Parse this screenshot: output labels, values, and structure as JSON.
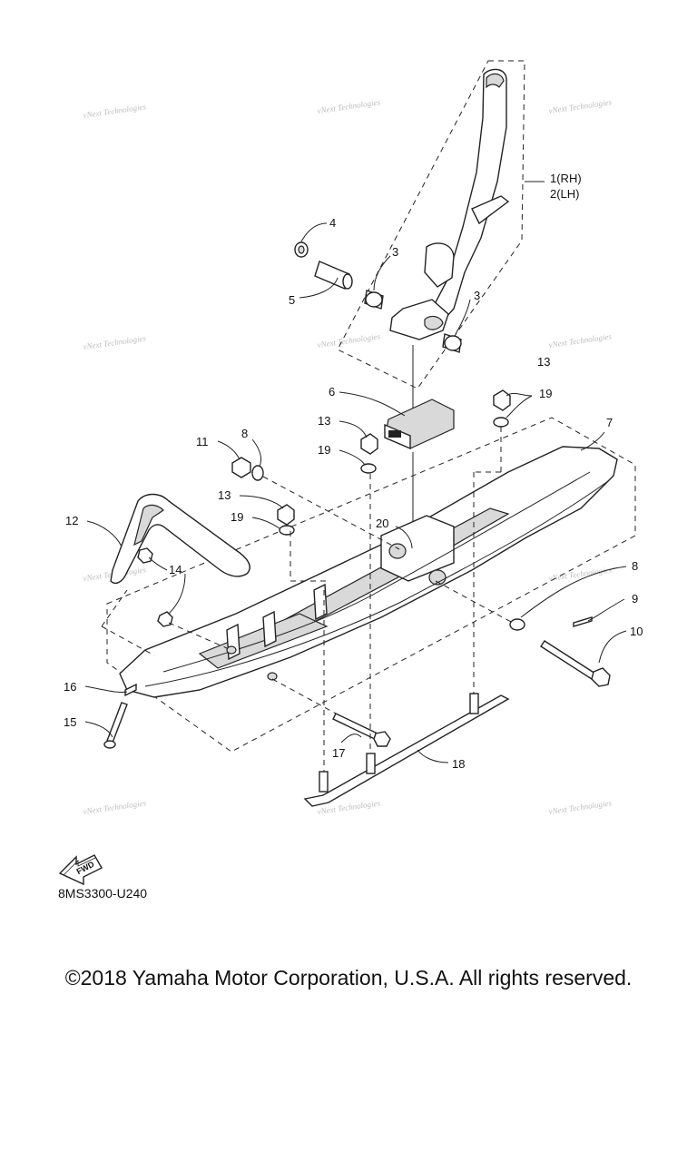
{
  "watermark_text": "vNext Technologies",
  "callouts": {
    "c1": "1(RH)",
    "c2": "2(LH)",
    "c3a": "3",
    "c3b": "3",
    "c4": "4",
    "c5": "5",
    "c6": "6",
    "c7": "7",
    "c8a": "8",
    "c8b": "8",
    "c9": "9",
    "c10": "10",
    "c11": "11",
    "c12": "12",
    "c13a": "13",
    "c13b": "13",
    "c13c": "13",
    "c14": "14",
    "c15": "15",
    "c16": "16",
    "c17": "17",
    "c18": "18",
    "c19a": "19",
    "c19b": "19",
    "c19c": "19",
    "c20": "20"
  },
  "fwd_label": "FWD",
  "diagram_code": "8MS3300-U240",
  "copyright": "©2018 Yamaha Motor Corporation, U.S.A. All rights reserved."
}
